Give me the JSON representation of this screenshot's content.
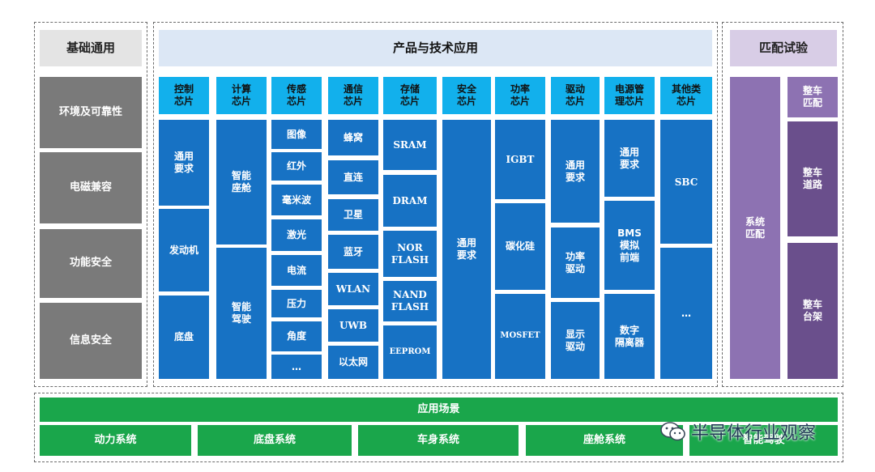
{
  "basic": {
    "title": "基础通用",
    "items": [
      "环境及可靠性",
      "电磁兼容",
      "功能安全",
      "信息安全"
    ]
  },
  "product": {
    "title": "产品与技术应用",
    "columns": [
      {
        "header": "控制\n芯片",
        "cells": [
          "通用\n要求",
          "发动机",
          "底盘"
        ]
      },
      {
        "header": "计算\n芯片",
        "cells": [
          "智能\n座舱",
          "智能\n驾驶"
        ]
      },
      {
        "header": "传感\n芯片",
        "cells": [
          "图像",
          "红外",
          "毫米波",
          "激光",
          "电流",
          "压力",
          "角度",
          "…"
        ]
      },
      {
        "header": "通信\n芯片",
        "cells": [
          "蜂窝",
          "直连",
          "卫星",
          "蓝牙",
          "WLAN",
          "UWB",
          "以太网"
        ]
      },
      {
        "header": "存储\n芯片",
        "cells": [
          "SRAM",
          "DRAM",
          "NOR\nFLASH",
          "NAND\nFLASH",
          "EEPROM"
        ]
      },
      {
        "header": "安全\n芯片",
        "cells": [
          "通用\n要求"
        ]
      },
      {
        "header": "功率\n芯片",
        "cells": [
          "IGBT",
          "碳化硅",
          "MOSFET"
        ]
      },
      {
        "header": "驱动\n芯片",
        "cells": [
          "通用\n要求",
          "功率\n驱动",
          "显示\n驱动"
        ]
      },
      {
        "header": "电源管\n理芯片",
        "cells": [
          "通用\n要求",
          "BMS\n模拟\n前端",
          "数字\n隔离器"
        ]
      },
      {
        "header": "其他类\n芯片",
        "cells": [
          "SBC",
          "…"
        ]
      }
    ]
  },
  "matching": {
    "title": "匹配试验",
    "left": "系统\n匹配",
    "right": [
      "整车\n匹配",
      "整车\n道路",
      "整车\n台架"
    ]
  },
  "scenarios": {
    "title": "应用场景",
    "items": [
      "动力系统",
      "底盘系统",
      "车身系统",
      "座舱系统",
      "智能驾驶"
    ]
  },
  "watermark": {
    "text": "半导体行业观察",
    "icon": "wechat-icon"
  }
}
